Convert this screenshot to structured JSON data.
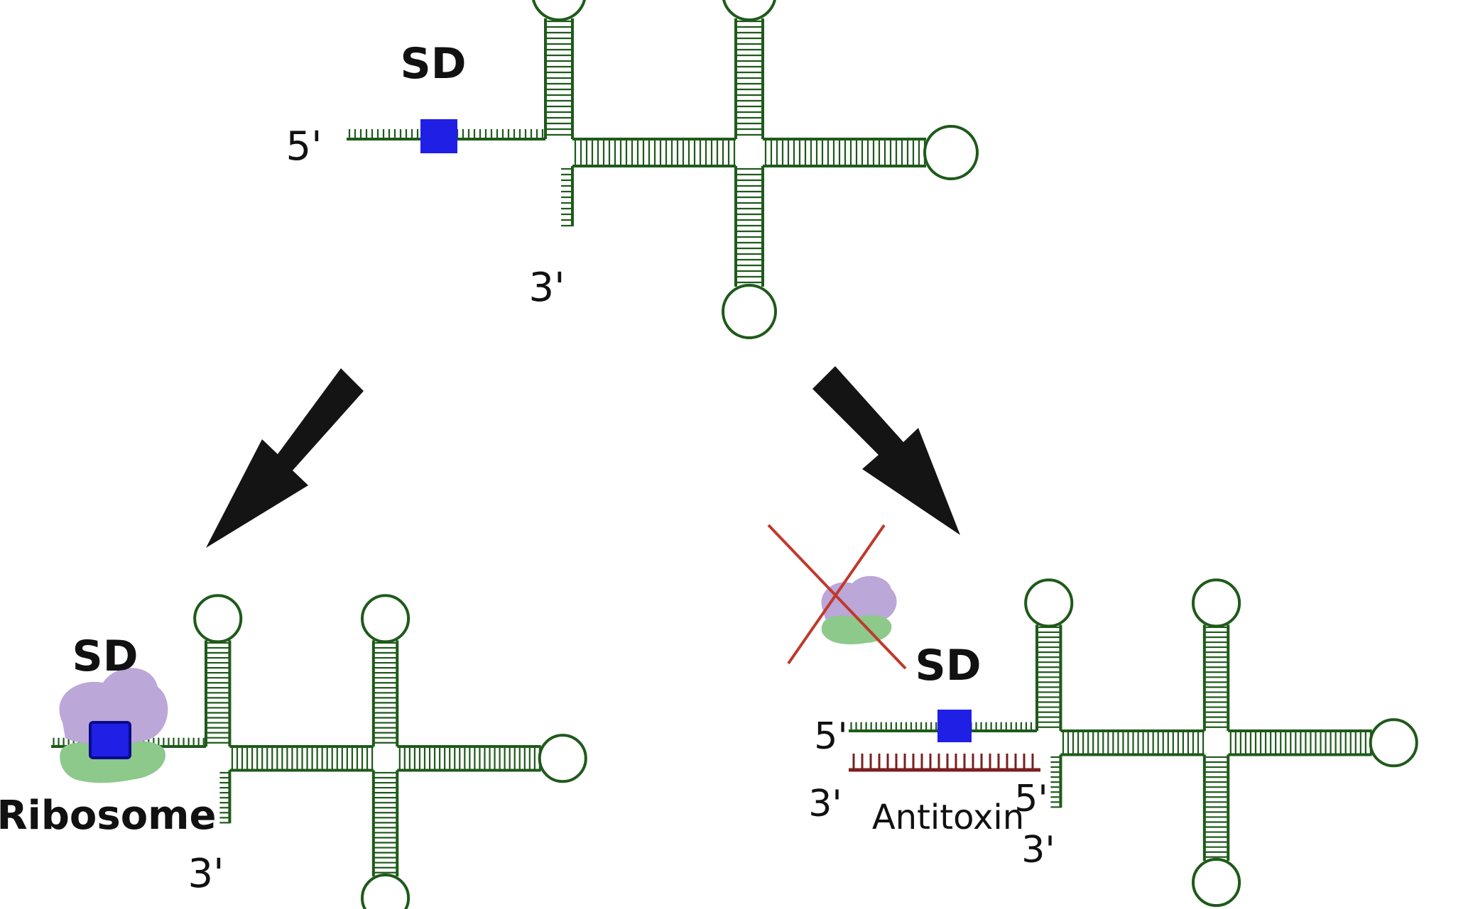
{
  "labels": {
    "top_sd": "SD",
    "top_five": "5'",
    "top_three": "3'",
    "left_sd": "SD",
    "left_ribosome": "Ribosome",
    "left_three": "3'",
    "right_sd": "SD",
    "right_five": "5'",
    "right_three_a": "3'",
    "right_antitoxin": "Antitoxin",
    "right_five_b": "5'",
    "right_three_b": "3'"
  },
  "colors": {
    "rna": "#1e5a1a",
    "sd_box": "#1f1fe6",
    "ribosome_large": "#bba7d8",
    "ribosome_small": "#8cc98a",
    "antitoxin": "#7a1f1f",
    "cross": "#c0392b",
    "arrow": "#141414"
  }
}
